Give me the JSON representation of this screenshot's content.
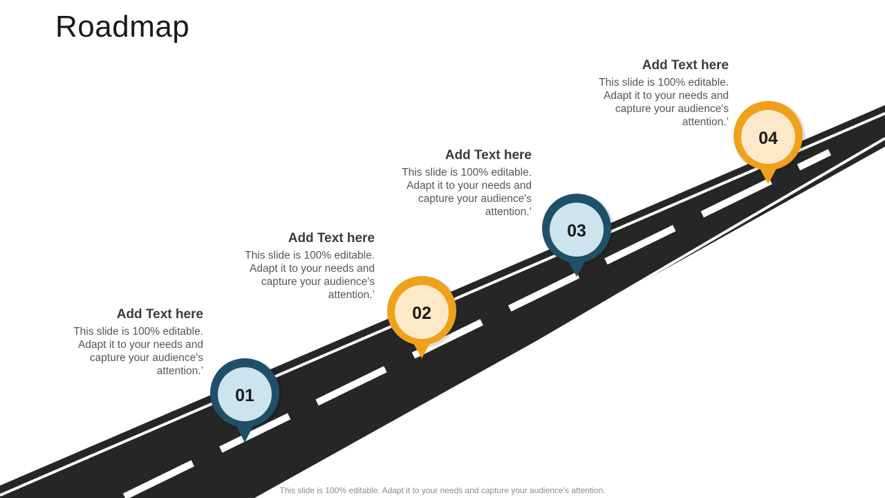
{
  "slide": {
    "title": "Roadmap",
    "footer": "This slide is 100% editable. Adapt it to your needs and capture your audience's attention."
  },
  "milestones": [
    {
      "number": "01",
      "heading": "Add Text here",
      "body": "This slide is 100% editable. Adapt it to your needs and capture your audience's attention.’",
      "color": "#1f5069",
      "inner_color": "#cde4ee"
    },
    {
      "number": "02",
      "heading": "Add Text here",
      "body": "This slide is 100% editable. Adapt it to your needs and capture your audience's attention.’",
      "color": "#f0a11c",
      "inner_color": "#fde9c8"
    },
    {
      "number": "03",
      "heading": "Add Text here",
      "body": "This slide is 100% editable. Adapt it to your needs and capture your audience's attention.’",
      "color": "#1f5069",
      "inner_color": "#cde4ee"
    },
    {
      "number": "04",
      "heading": "Add Text here",
      "body": "This slide is 100% editable. Adapt it to your needs and capture your audience's attention.’",
      "color": "#f0a11c",
      "inner_color": "#fde9c8"
    }
  ],
  "colors": {
    "road": "#262626",
    "road_marking": "#ffffff"
  }
}
